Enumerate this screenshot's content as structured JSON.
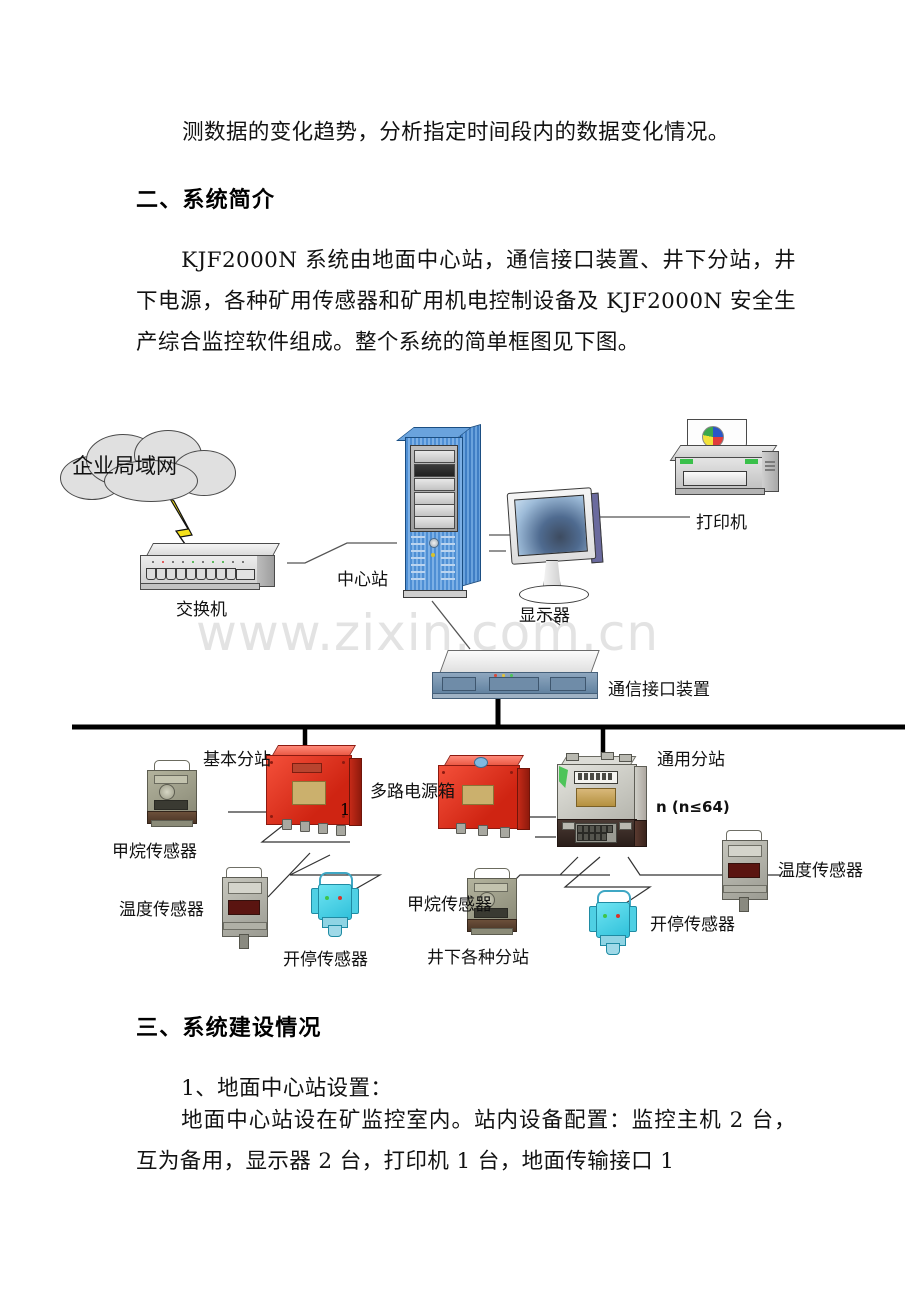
{
  "document": {
    "paragraph_top": "测数据的变化趋势，分析指定时间段内的数据变化情况。",
    "heading_2": "二、系统简介",
    "paragraph_intro": "KJF2000N 系统由地面中心站，通信接口装置、井下分站，井下电源，各种矿用传感器和矿用机电控制设备及 KJF2000N 安全生产综合监控软件组成。整个系统的简单框图见下图。",
    "heading_3": "三、系统建设情况",
    "section_3_item1": "1、地面中心站设置：",
    "section_3_body": "地面中心站设在矿监控室内。站内设备配置：监控主机 2 台，互为备用，显示器 2 台，打印机 1 台，地面传输接口 1",
    "watermark": "www.zixin.com.cn"
  },
  "diagram": {
    "labels": {
      "cloud": "企业局域网",
      "switch": "交换机",
      "center_station": "中心站",
      "monitor": "显示器",
      "printer": "打印机",
      "comm_interface": "通信接口装置",
      "basic_substation": "基本分站",
      "multi_power_box": "多路电源箱",
      "general_substation": "通用分站",
      "methane_sensor_left": "甲烷传感器",
      "temperature_sensor_left": "温度传感器",
      "onoff_sensor_left": "开停传感器",
      "methane_sensor_mid": "甲烷传感器",
      "temperature_sensor_right": "温度传感器",
      "onoff_sensor_right": "开停传感器",
      "underground_substations": "井下各种分站",
      "substation_index_1": "1",
      "substation_index_n": "n (n≤64)"
    },
    "colors": {
      "server": "#4f8fd4",
      "red_box": "#cf2412",
      "cyan_sensor": "#2fc0da",
      "bus_line": "#000000",
      "cloud_fill": "#e0e0e0",
      "watermark": "#e3e3e3"
    }
  }
}
